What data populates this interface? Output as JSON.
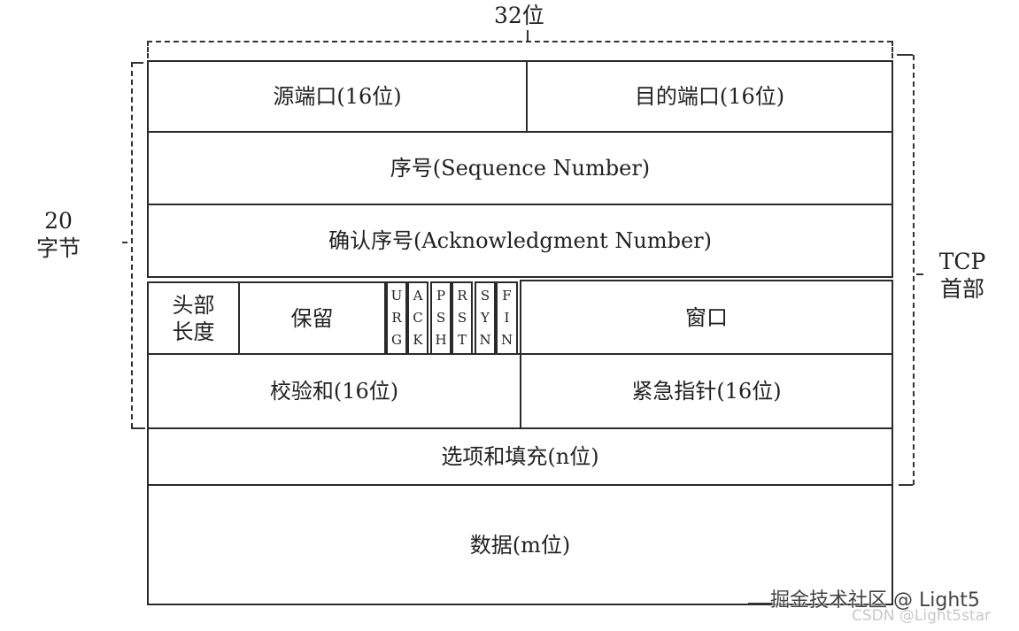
{
  "diagram": {
    "title": "TCP header format",
    "width_label": "32位",
    "left_brace_label": [
      "20",
      "字节"
    ],
    "right_brace_label": [
      "TCP",
      "首部"
    ],
    "rows": {
      "row1": {
        "source_port": "源端口(16位)",
        "dest_port": "目的端口(16位)"
      },
      "row2": {
        "sequence_number": "序号(Sequence Number)"
      },
      "row3": {
        "ack_number": "确认序号(Acknowledgment Number)"
      },
      "row4": {
        "header_length": [
          "头部",
          "长度"
        ],
        "reserved": "保留",
        "flags": [
          {
            "name": "URG",
            "letters": [
              "U",
              "R",
              "G"
            ]
          },
          {
            "name": "ACK",
            "letters": [
              "A",
              "C",
              "K"
            ]
          },
          {
            "name": "PSH",
            "letters": [
              "P",
              "S",
              "H"
            ]
          },
          {
            "name": "RST",
            "letters": [
              "R",
              "S",
              "T"
            ]
          },
          {
            "name": "SYN",
            "letters": [
              "S",
              "Y",
              "N"
            ]
          },
          {
            "name": "FIN",
            "letters": [
              "F",
              "I",
              "N"
            ]
          }
        ],
        "window": "窗口"
      },
      "row5": {
        "checksum": "校验和(16位)",
        "urgent_pointer": "紧急指针(16位)"
      },
      "row6": {
        "options": "选项和填充(n位)"
      },
      "row7": {
        "data": "数据(m位)"
      }
    },
    "colors": {
      "line": "#2a2a2a",
      "text": "#222222",
      "background": "#ffffff"
    }
  },
  "watermarks": {
    "primary": "掘金技术社区 @ Light5",
    "secondary": "CSDN @Light5star"
  }
}
